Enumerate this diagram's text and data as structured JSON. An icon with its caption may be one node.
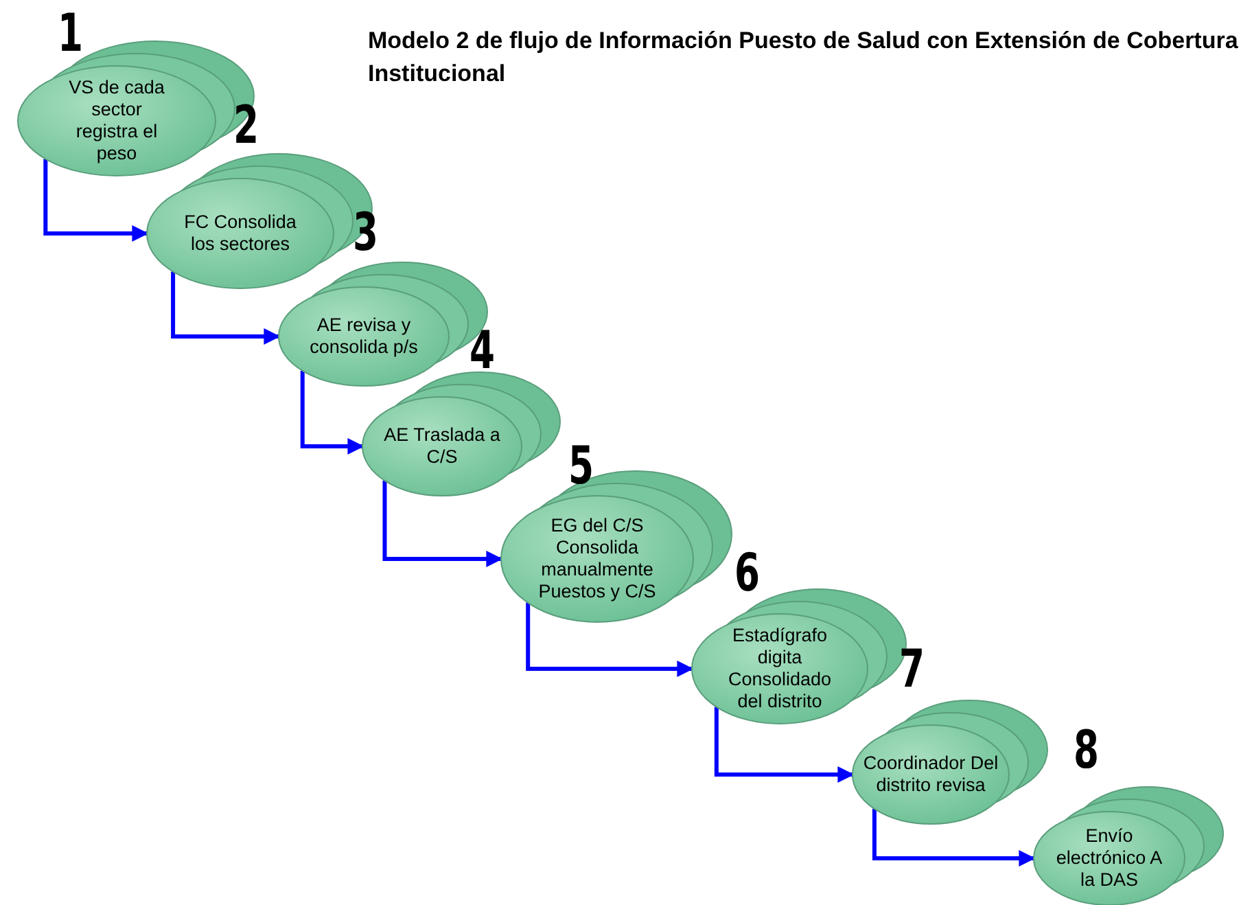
{
  "diagram": {
    "title": "Modelo 2 de flujo de Información Puesto de Salud con Extensión de Cobertura Institucional",
    "nodes": [
      {
        "text": [
          "VS de cada sector registra el peso"
        ],
        "beside": [
          "1"
        ]
      },
      {
        "text": [
          "FC Consolida los sectores"
        ],
        "beside": [
          "2"
        ]
      },
      {
        "text": [
          "AE revisa y consolida p/s"
        ],
        "beside": [
          "3"
        ]
      },
      {
        "text": [
          "AE Traslada a C/S"
        ],
        "beside": [
          "4"
        ]
      },
      {
        "text": [
          "EG del C/S Consolida manualmente Puestos y C/S"
        ],
        "beside": [
          "5"
        ]
      },
      {
        "text": [
          "Estadígrafo digita Consolidado del distrito"
        ],
        "beside": [
          "6"
        ]
      },
      {
        "text": [
          "Coordinador Del distrito revisa"
        ],
        "beside": [
          "7"
        ]
      },
      {
        "text": [
          "Envío electrónico A la DAS"
        ],
        "beside": [
          "8"
        ]
      }
    ],
    "edges": [
      {
        "from": 0,
        "to": 1,
        "arrow": "to"
      },
      {
        "from": 1,
        "to": 2,
        "arrow": "to"
      },
      {
        "from": 2,
        "to": 3,
        "arrow": "to"
      },
      {
        "from": 3,
        "to": 4,
        "arrow": "to"
      },
      {
        "from": 4,
        "to": 5,
        "arrow": "to"
      },
      {
        "from": 5,
        "to": 6,
        "arrow": "to"
      },
      {
        "from": 6,
        "to": 7,
        "arrow": "to"
      }
    ]
  }
}
